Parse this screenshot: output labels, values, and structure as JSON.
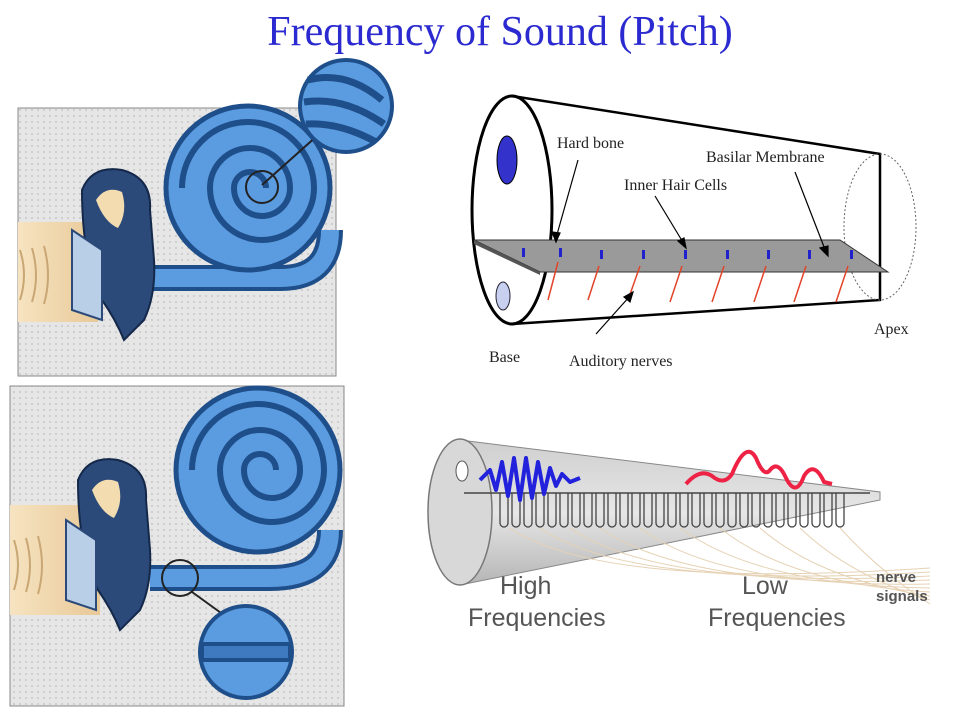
{
  "title": "Frequency of Sound (Pitch)",
  "cochlea_tube": {
    "labels": {
      "hard_bone": "Hard bone",
      "basilar_membrane": "Basilar Membrane",
      "inner_hair_cells": "Inner Hair Cells",
      "apex": "Apex",
      "base": "Base",
      "auditory_nerves": "Auditory nerves"
    }
  },
  "cone_diagram": {
    "high_line1": "High",
    "high_line2": "Frequencies",
    "low_line1": "Low",
    "low_line2": "Frequencies",
    "nerve_line1": "nerve",
    "nerve_line2": "signals"
  },
  "colors": {
    "title": "#2a2ad0",
    "cochlea_blue": "#5b9be0",
    "dark_blue": "#1f4f8a",
    "bone": "#f3dcb0",
    "high_wave": "#2222dd",
    "low_wave": "#ee2244"
  }
}
